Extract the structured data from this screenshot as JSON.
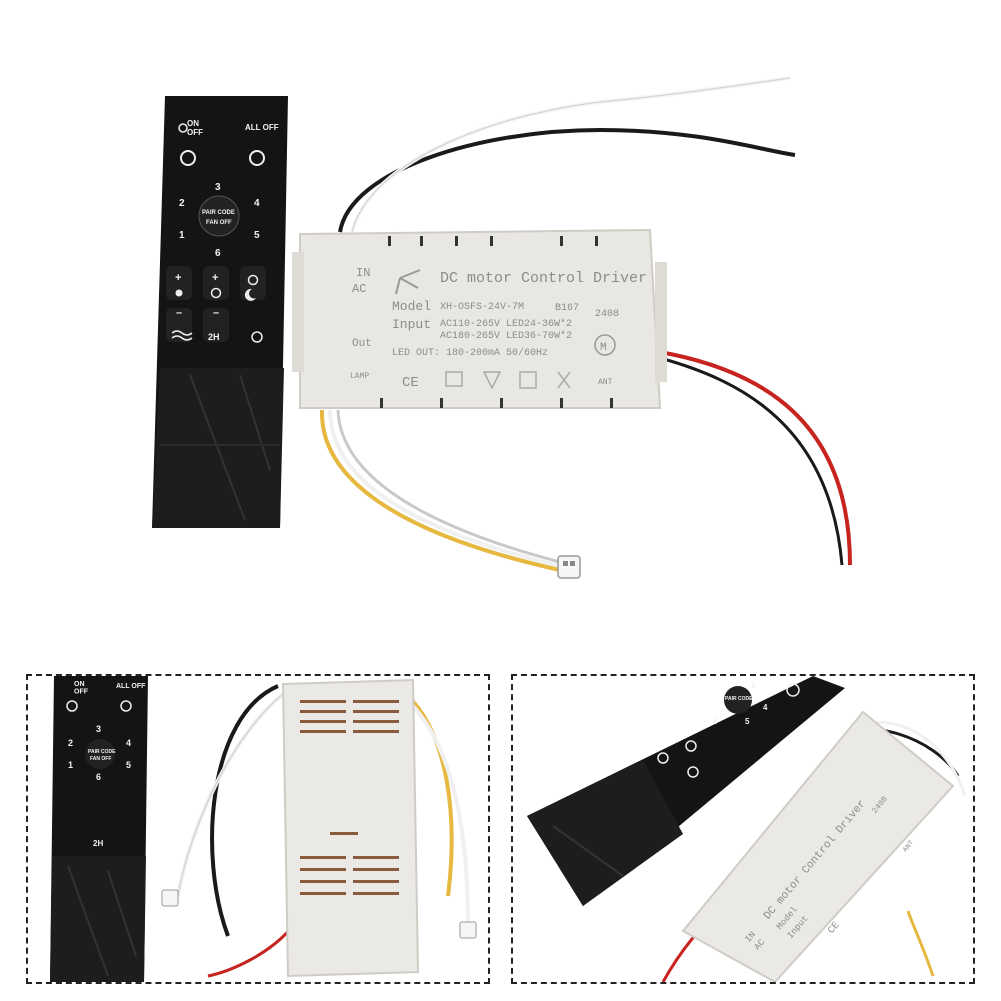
{
  "remote": {
    "on_off": "ON\nOFF",
    "all_off": "ALL OFF",
    "num_1": "1",
    "num_2": "2",
    "num_3": "3",
    "num_4": "4",
    "num_5": "5",
    "num_6": "6",
    "pair_code": "PAIR CODE",
    "fan_off": "FAN OFF",
    "timer_2h": "2H",
    "plus": "+",
    "minus": "–"
  },
  "driver": {
    "in": "IN",
    "ac": "AC",
    "title": "DC motor Control Driver",
    "model_label": "Model",
    "model_value": "XH-OSFS-24V-7M",
    "batch": "B167",
    "code": "2408",
    "input_label": "Input",
    "input_line1": "AC110-265V  LED24-36W*2",
    "input_line2": "AC180-265V  LED36-70W*2",
    "led_out": "LED OUT: 180-200mA   50/60Hz",
    "out": "Out",
    "lamp": "LAMP",
    "m_mark": "M",
    "ant": "ANT",
    "ce": "CE"
  },
  "colors": {
    "remote_body": "#141414",
    "driver_case": "#e9e7e3",
    "wire_black": "#1a1a1a",
    "wire_white": "#f4f4f4",
    "wire_red": "#c8241f",
    "wire_yellow": "#e6b840",
    "panel_border": "#222222"
  }
}
